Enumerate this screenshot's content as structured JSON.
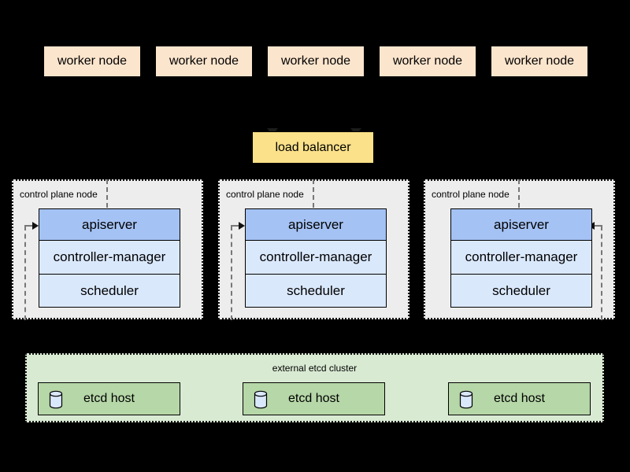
{
  "colors": {
    "background": "#000000",
    "worker_node_fill": "#FCE5CD",
    "load_balancer_fill": "#FBE18A",
    "control_plane_node_fill": "#EDEDED",
    "apiserver_fill": "#A4C2F4",
    "component_fill": "#DAE8FC",
    "etcd_cluster_fill": "#D9EAD3",
    "etcd_host_fill": "#B6D7A8",
    "cylinder_icon_fill": "#DAE8FC",
    "connector_line": "#777777",
    "box_border": "#000000"
  },
  "workers": {
    "label": "worker node",
    "count": 5
  },
  "load_balancer": {
    "label": "load balancer"
  },
  "control_plane": {
    "node_label": "control plane node",
    "count": 3,
    "components": {
      "apiserver": "apiserver",
      "controller_manager": "controller-manager",
      "scheduler": "scheduler"
    }
  },
  "etcd": {
    "cluster_label": "external etcd cluster",
    "host_label": "etcd host",
    "host_count": 3
  }
}
